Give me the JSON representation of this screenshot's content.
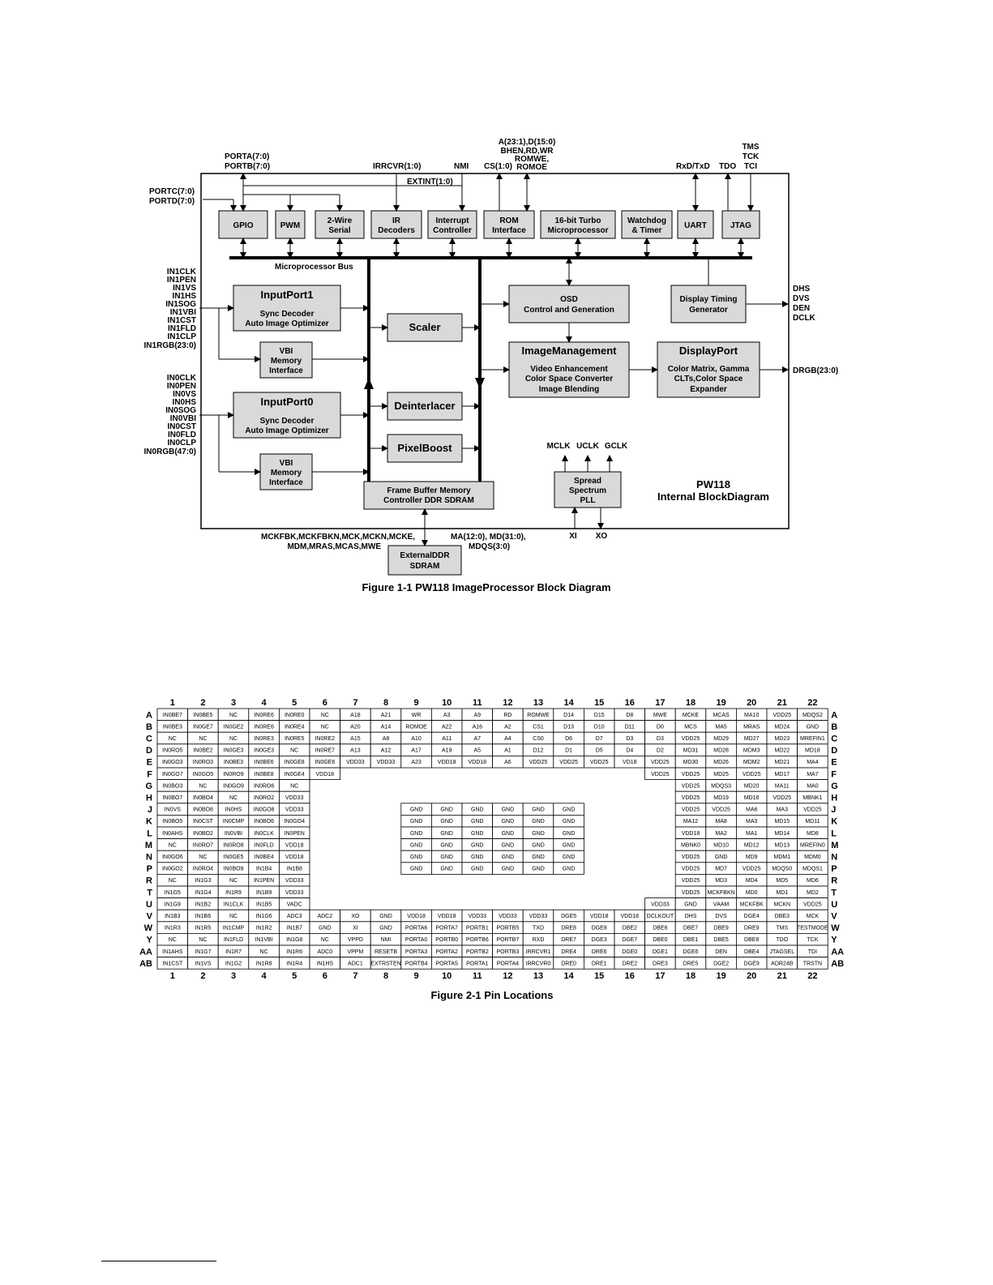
{
  "figure1": {
    "caption": "Figure 1-1  PW118 ImageProcessor Block Diagram",
    "chip_title": [
      "PW118",
      "Internal BlockDiagram"
    ],
    "blocks": {
      "gpio": [
        "GPIO"
      ],
      "pwm": [
        "PWM"
      ],
      "twowire": [
        "2-Wire",
        "Serial"
      ],
      "ir": [
        "IR",
        "Decoders"
      ],
      "irq": [
        "Interrupt",
        "Controller"
      ],
      "rom": [
        "ROM",
        "Interface"
      ],
      "micro": [
        "16-bit Turbo",
        "Microprocessor"
      ],
      "wdt": [
        "Watchdog",
        "& Timer"
      ],
      "uart": [
        "UART"
      ],
      "jtag": [
        "JTAG"
      ],
      "in1": [
        "InputPort1",
        "Sync Decoder",
        "Auto  Image  Optimizer"
      ],
      "vbi1": [
        "VBI",
        "Memory",
        "Interface"
      ],
      "in0": [
        "InputPort0",
        "Sync Decoder",
        "Auto  Image  Optimizer"
      ],
      "vbi0": [
        "VBI",
        "Memory",
        "Interface"
      ],
      "scaler": [
        "Scaler"
      ],
      "deint": [
        "Deinterlacer"
      ],
      "pixb": [
        "PixelBoost"
      ],
      "fbm": [
        "Frame Buffer Memory",
        "Controller DDR SDRAM"
      ],
      "osd": [
        "OSD",
        "Control and Generation"
      ],
      "dtg": [
        "Display  Timing",
        "Generator"
      ],
      "imgm": [
        "ImageManagement",
        "Video  Enhancement",
        "Color Space Converter",
        "Image Blending"
      ],
      "dport": [
        "DisplayPort",
        "Color Matrix, Gamma",
        "CLTs,Color  Space",
        "Expander"
      ],
      "pll": [
        "Spread",
        "Spectrum",
        "PLL"
      ],
      "ddr": [
        "ExternalDDR",
        "SDRAM"
      ]
    },
    "labels": {
      "porta": "PORTA(7:0)",
      "portb": "PORTB(7:0)",
      "portc": "PORTC(7:0)",
      "portd": "PORTD(7:0)",
      "irrcvr": "IRRCVR(1:0)",
      "nmi": "NMI",
      "extint": "EXTINT(1:0)",
      "cs": "CS(1:0)",
      "romsig": [
        "A(23:1),D(15:0)",
        "BHEN,RD,WR",
        "ROMWE,",
        "ROMOE"
      ],
      "rxtx": "RxD/TxD",
      "tdo": "TDO",
      "jtagsig": [
        "TMS",
        "TCK",
        "TCI"
      ],
      "bus": "Microprocessor  Bus",
      "in1pins": [
        "IN1CLK",
        "IN1PEN",
        "IN1VS",
        "IN1HS",
        "IN1SOG",
        "IN1VBI",
        "IN1CST",
        "IN1FLD",
        "IN1CLP",
        "IN1RGB(23:0)"
      ],
      "in0pins": [
        "IN0CLK",
        "IN0PEN",
        "IN0VS",
        "IN0HS",
        "IN0SOG",
        "IN0VBI",
        "IN0CST",
        "IN0FLD",
        "IN0CLP",
        "IN0RGB(47:0)"
      ],
      "dispout": [
        "DHS",
        "DVS",
        "DEN",
        "DCLK"
      ],
      "drgb": "DRGB(23:0)",
      "clks": [
        "MCLK",
        "UCLK",
        "GCLK"
      ],
      "xi": "XI",
      "xo": "XO",
      "memctl": [
        "MCKFBK,MCKFBKN,MCK,MCKN,MCKE,",
        "MDM,MRAS,MCAS,MWE"
      ],
      "memdata": [
        "MA(12:0), MD(31:0),",
        "MDQS(3:0)"
      ]
    }
  },
  "figure2": {
    "caption": "Figure 2-1  Pin Locations",
    "columns": [
      "1",
      "2",
      "3",
      "4",
      "5",
      "6",
      "7",
      "8",
      "9",
      "10",
      "11",
      "12",
      "13",
      "14",
      "15",
      "16",
      "17",
      "18",
      "19",
      "20",
      "21",
      "22"
    ],
    "rows": [
      "A",
      "B",
      "C",
      "D",
      "E",
      "F",
      "G",
      "H",
      "J",
      "K",
      "L",
      "M",
      "N",
      "P",
      "R",
      "T",
      "U",
      "V",
      "W",
      "Y",
      "AA",
      "AB"
    ],
    "grid": [
      [
        "IN0BE7",
        "IN0BE5",
        "NC",
        "IN0RE6",
        "IN0RE0",
        "NC",
        "A18",
        "A21",
        "WR",
        "A3",
        "A9",
        "RD",
        "ROMWE",
        "D14",
        "D15",
        "D8",
        "MWE",
        "MCKE",
        "MCAS",
        "MA10",
        "VDD25",
        "MDQS2"
      ],
      [
        "IN0BE3",
        "IN0GE7",
        "IN0GE2",
        "IN0RE6",
        "IN0RE4",
        "NC",
        "A20",
        "A14",
        "ROMOE",
        "A22",
        "A16",
        "A2",
        "CS1",
        "D13",
        "D10",
        "D11",
        "D0",
        "MCS",
        "MA5",
        "MRAS",
        "MD24",
        "GND"
      ],
      [
        "NC",
        "NC",
        "NC",
        "IN0RE3",
        "IN0RE5",
        "IN0RE2",
        "A15",
        "A8",
        "A10",
        "A11",
        "A7",
        "A4",
        "CS0",
        "D6",
        "D7",
        "D3",
        "D3",
        "VDD25",
        "MD29",
        "MD27",
        "MD23",
        "MREFIN1"
      ],
      [
        "IN0RO5",
        "IN0BE2",
        "IN0GE3",
        "IN0GE3",
        "NC",
        "IN0RE7",
        "A13",
        "A12",
        "A17",
        "A19",
        "A5",
        "A1",
        "D12",
        "D1",
        "D5",
        "D4",
        "D2",
        "MD31",
        "MD28",
        "MDM3",
        "MD22",
        "MD18"
      ],
      [
        "IN0GO3",
        "IN0RO3",
        "IN0BE3",
        "IN0BE6",
        "IN0GE8",
        "IN0GE6",
        "VDD33",
        "VDD33",
        "A23",
        "VDD18",
        "VDD18",
        "A6",
        "VDD25",
        "VDD25",
        "VDD25",
        "VD18",
        "VDD25",
        "MD30",
        "MD26",
        "MDM2",
        "MD21",
        "MA4"
      ],
      [
        "IN0GO7",
        "IN0GO5",
        "IN0RO9",
        "IN0BE8",
        "IN0GE4",
        "VDD18",
        "",
        "",
        "",
        "",
        "",
        "",
        "",
        "",
        "",
        "",
        "VDD25",
        "VDD25",
        "MD25",
        "VDD25",
        "MD17",
        "MA7"
      ],
      [
        "IN0BO3",
        "NC",
        "IN0GO9",
        "IN0RO6",
        "NC",
        "",
        "",
        "",
        "",
        "",
        "",
        "",
        "",
        "",
        "",
        "",
        "",
        "VDD25",
        "MDQS3",
        "MD20",
        "MA11",
        "MA0"
      ],
      [
        "IN0BO7",
        "IN0BO4",
        "NC",
        "IN0RO2",
        "VDD33",
        "",
        "",
        "",
        "",
        "",
        "",
        "",
        "",
        "",
        "",
        "",
        "",
        "VDD25",
        "MD19",
        "MD16",
        "VDD25",
        "MBNK1"
      ],
      [
        "IN0VS",
        "IN0BO8",
        "IN0HS",
        "IN0GO8",
        "VDD33",
        "",
        "",
        "",
        "GND",
        "GND",
        "GND",
        "GND",
        "GND",
        "GND",
        "",
        "",
        "",
        "VDD25",
        "VDD25",
        "MA6",
        "MA3",
        "VDD25"
      ],
      [
        "IN0BO5",
        "IN0CST",
        "IN0CMP",
        "IN0BO6",
        "IN0GO4",
        "",
        "",
        "",
        "GND",
        "GND",
        "GND",
        "GND",
        "GND",
        "GND",
        "",
        "",
        "",
        "MA12",
        "MA8",
        "MA3",
        "MD15",
        "MD11"
      ],
      [
        "IN0AHS",
        "IN0BO2",
        "IN0VBI",
        "IN0CLK",
        "IN0PEN",
        "",
        "",
        "",
        "GND",
        "GND",
        "GND",
        "GND",
        "GND",
        "GND",
        "",
        "",
        "",
        "VDD18",
        "MA2",
        "MA1",
        "MD14",
        "MD8"
      ],
      [
        "NC",
        "IN0RO7",
        "IN0RO8",
        "IN0FLD",
        "VDD18",
        "",
        "",
        "",
        "GND",
        "GND",
        "GND",
        "GND",
        "GND",
        "GND",
        "",
        "",
        "",
        "MBNK0",
        "MD10",
        "MD12",
        "MD13",
        "MREFIN0"
      ],
      [
        "IN0GO6",
        "NC",
        "IN0GE5",
        "IN0BE4",
        "VDD18",
        "",
        "",
        "",
        "GND",
        "GND",
        "GND",
        "GND",
        "GND",
        "GND",
        "",
        "",
        "",
        "VDD25",
        "GND",
        "MD9",
        "MDM1",
        "MDM0"
      ],
      [
        "IN0GO2",
        "IN0RO4",
        "IN0BO9",
        "IN1B4",
        "IN1B8",
        "",
        "",
        "",
        "GND",
        "GND",
        "GND",
        "GND",
        "GND",
        "GND",
        "",
        "",
        "",
        "VDD25",
        "MD7",
        "VDD25",
        "MDQS0",
        "MDQS1"
      ],
      [
        "NC",
        "IN1G3",
        "NC",
        "IN1PEN",
        "VDD33",
        "",
        "",
        "",
        "",
        "",
        "",
        "",
        "",
        "",
        "",
        "",
        "",
        "VDD25",
        "MD3",
        "MD4",
        "MD5",
        "MD6"
      ],
      [
        "IN1G5",
        "IN1G4",
        "IN1R9",
        "IN1B9",
        "VDD33",
        "",
        "",
        "",
        "",
        "",
        "",
        "",
        "",
        "",
        "",
        "",
        "",
        "VDD25",
        "MCKFBKN",
        "MD0",
        "MD1",
        "MD2"
      ],
      [
        "IN1G9",
        "IN1B2",
        "IN1CLK",
        "IN1B5",
        "VADC",
        "",
        "",
        "",
        "",
        "",
        "",
        "",
        "",
        "",
        "",
        "",
        "VDD33",
        "GND",
        "VAAM",
        "MCKFBK",
        "MCKN",
        "VDD25"
      ],
      [
        "IN1B3",
        "IN1B6",
        "NC",
        "IN1G6",
        "ADC3",
        "ADC2",
        "XO",
        "GND",
        "VDD18",
        "VDD18",
        "VDD33",
        "VDD33",
        "VDD33",
        "DGE5",
        "VDD18",
        "VDD18",
        "DCLKOUT",
        "DHS",
        "DVS",
        "DGE4",
        "DBE3",
        "MCK"
      ],
      [
        "IN1R3",
        "IN1R5",
        "IN1CMP",
        "IN1R2",
        "IN1B7",
        "GND",
        "XI",
        "GND",
        "PORTA6",
        "PORTA7",
        "PORTB1",
        "PORTB5",
        "TXD",
        "DRE8",
        "DGE8",
        "DBE2",
        "DBE6",
        "DBE7",
        "DBE9",
        "DRE9",
        "TMS",
        "TESTMODE"
      ],
      [
        "NC",
        "NC",
        "IN1FLD",
        "IN1VBI",
        "IN1G8",
        "NC",
        "VPPD",
        "NMI",
        "PORTA0",
        "PORTB0",
        "PORTB6",
        "PORTB7",
        "RXD",
        "DRE7",
        "DGE3",
        "DGE7",
        "DBE0",
        "DBE1",
        "DBE5",
        "DBE8",
        "TDO",
        "TCK"
      ],
      [
        "IN1AHS",
        "IN1G7",
        "IN1R7",
        "NC",
        "IN1R6",
        "ADC0",
        "VPPM",
        "RESETB",
        "PORTA3",
        "PORTA2",
        "PORTB2",
        "PORTB3",
        "IRRCVR1",
        "DRE4",
        "DRE6",
        "DGE0",
        "DGE1",
        "DGE6",
        "DEN",
        "DBE4",
        "JTAGSEL",
        "TDI"
      ],
      [
        "IN1CST",
        "IN1VS",
        "IN1G2",
        "IN1R8",
        "IN1R4",
        "IN1HS",
        "ADC1",
        "EXTRSTEN",
        "PORTB4",
        "PORTA5",
        "PORTA1",
        "PORTA4",
        "IRRCVR0",
        "DRE0",
        "DRE1",
        "DRE2",
        "DRE3",
        "DRE5",
        "DGE2",
        "DGE9",
        "ADR24B",
        "TRSTN"
      ]
    ]
  }
}
